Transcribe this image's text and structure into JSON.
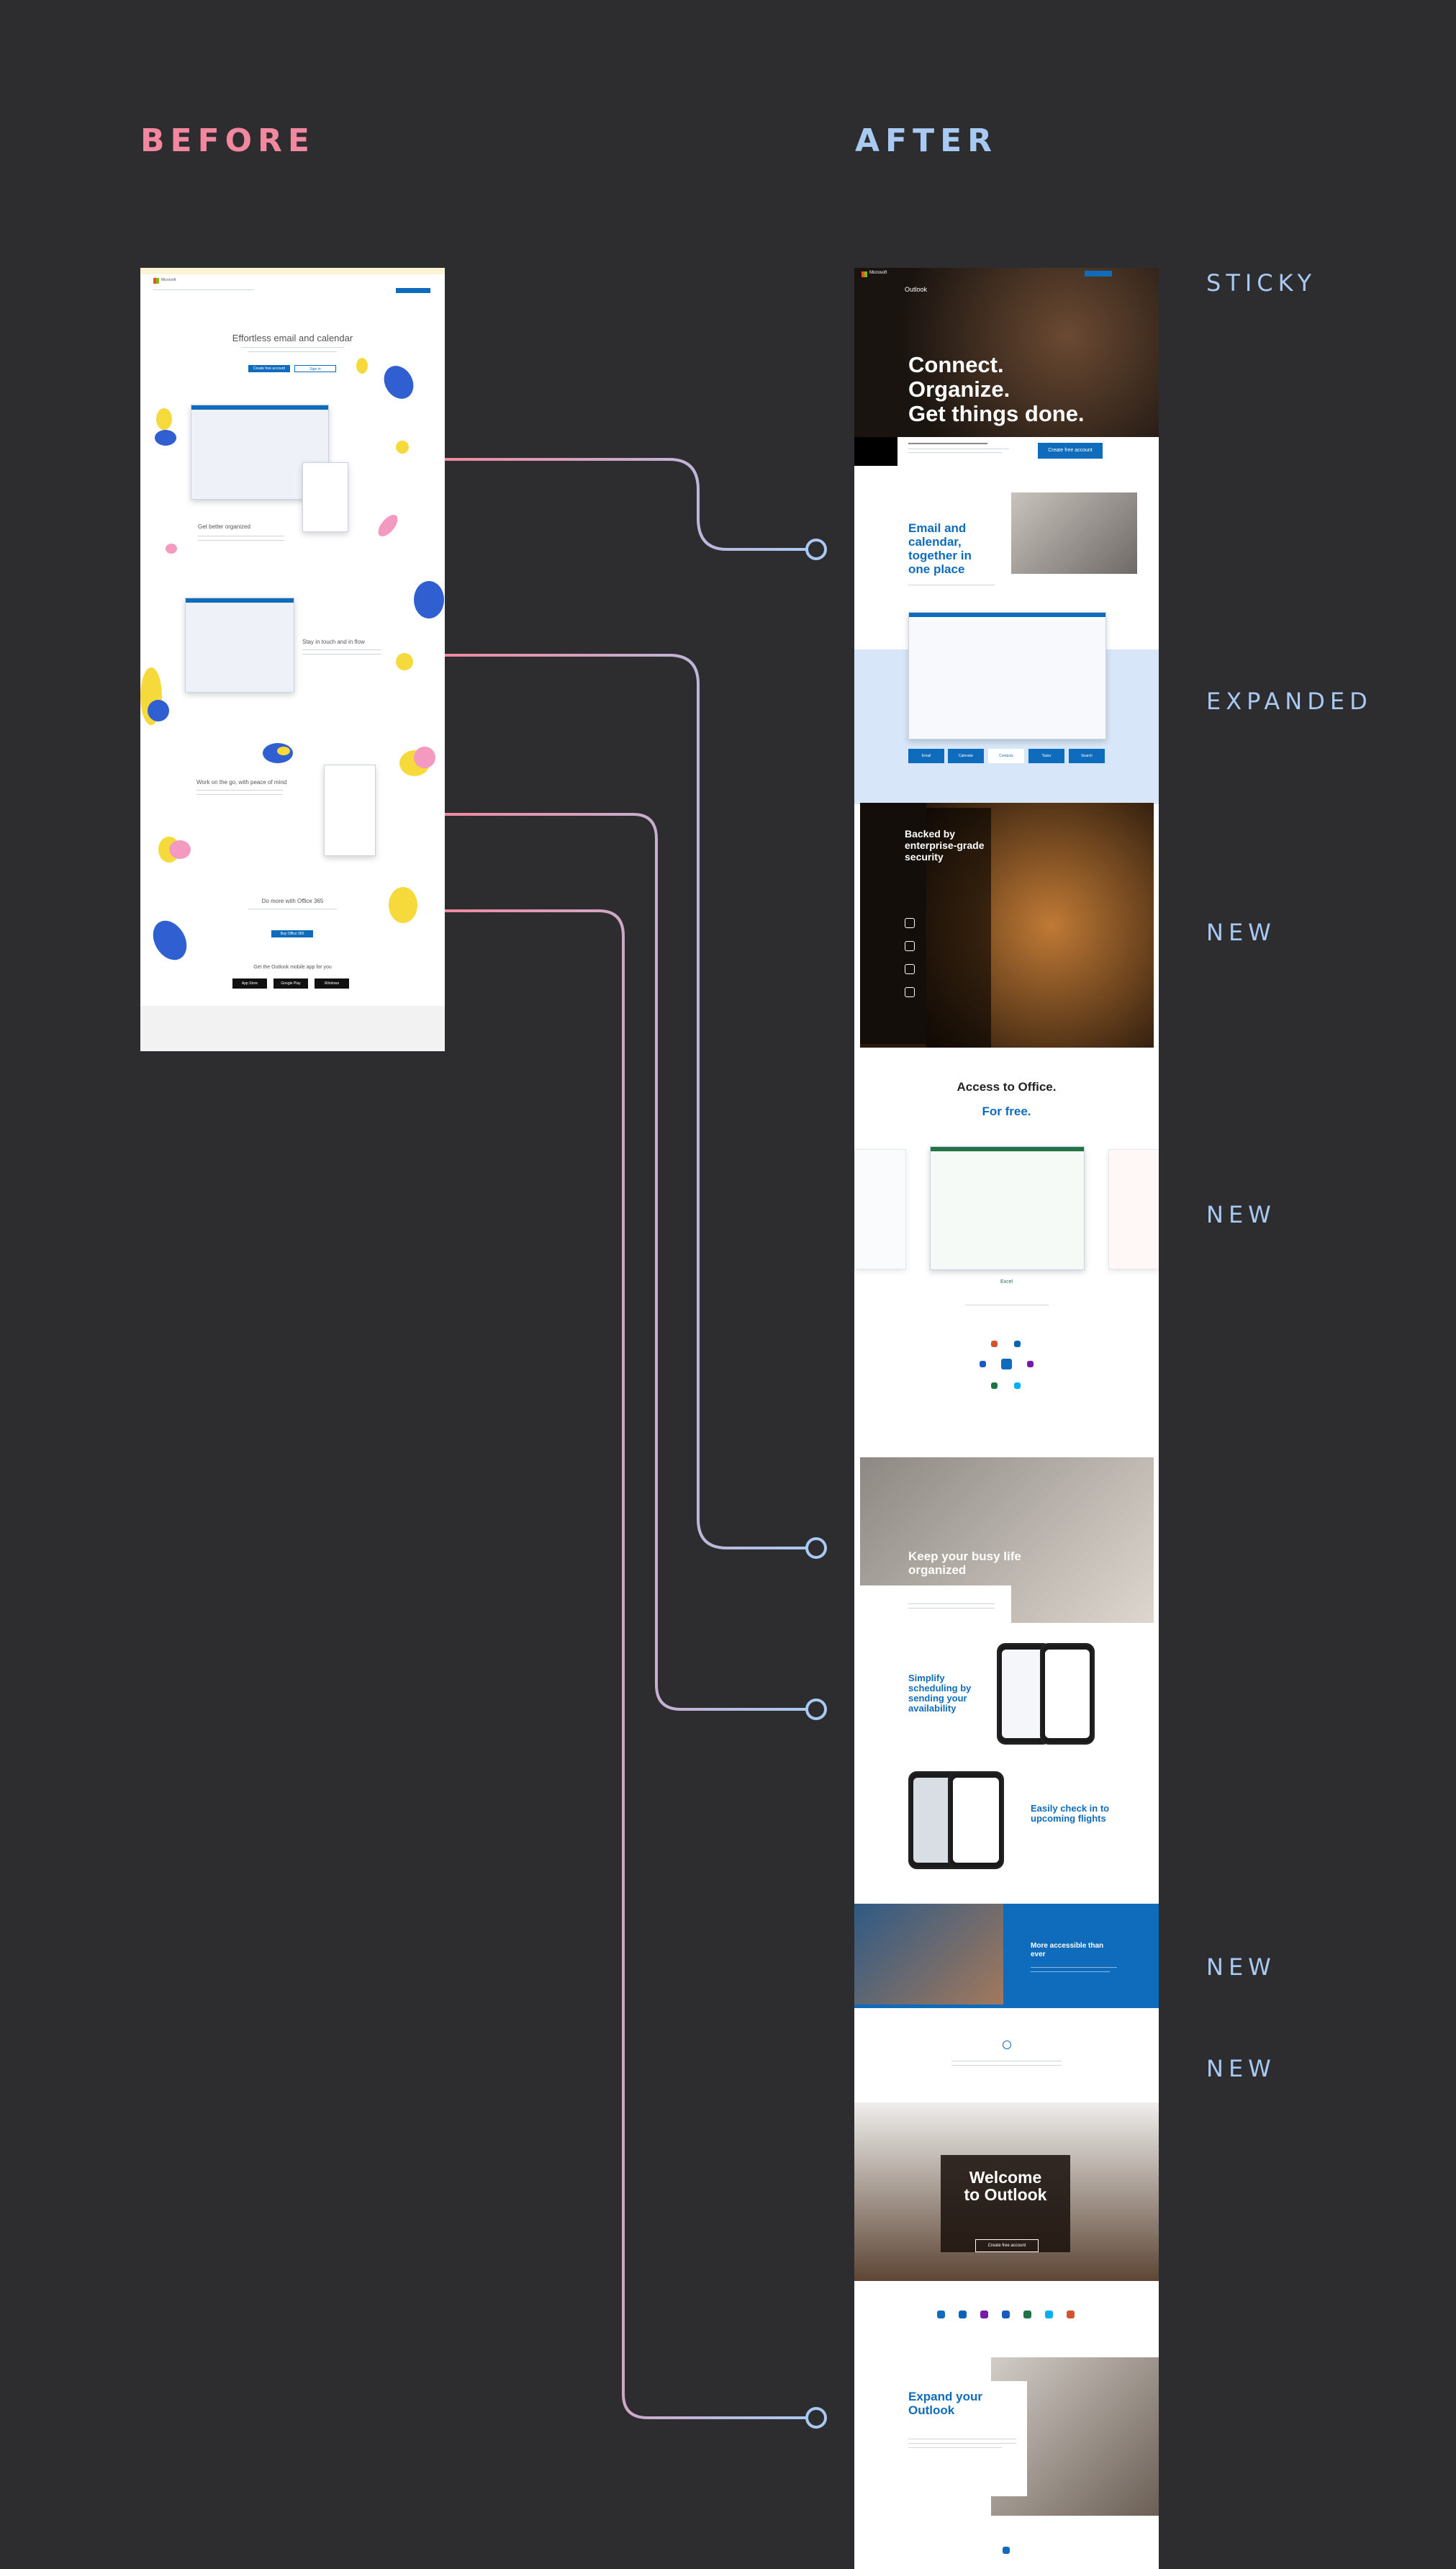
{
  "labels": {
    "before": "BEFORE",
    "after": "AFTER"
  },
  "tags": [
    "STICKY",
    "EXPANDED",
    "NEW",
    "NEW",
    "NEW",
    "NEW"
  ],
  "colors": {
    "background": "#2d2c2e",
    "before_accent": "#f2889f",
    "after_accent": "#a8c9f2",
    "brand_blue": "#0f6cbd"
  },
  "before_page": {
    "brand": "Microsoft",
    "hero_title": "Effortless email and calendar",
    "primary_button": "Create free account",
    "secondary_button": "Sign in",
    "section_1": "Get better organized",
    "section_2": "Stay in touch and in flow",
    "section_3": "Work on the go, with peace of mind",
    "section_4": "Do more with Office 365",
    "section_4_button": "Buy Office 365",
    "apps_heading": "Get the Outlook mobile app for you",
    "store_badges": [
      "App Store",
      "Google Play",
      "Windows"
    ]
  },
  "after_page": {
    "brand": "Microsoft",
    "product": "Outlook",
    "hero_lines": [
      "Connect.",
      "Organize.",
      "Get things done."
    ],
    "hero_button": "Create free account",
    "email_calendar": "Email and calendar, together in one place",
    "tabs": [
      "Email",
      "Calendar",
      "Contacts",
      "Tasks",
      "Search"
    ],
    "security": "Backed by enterprise-grade security",
    "office_line1": "Access to Office.",
    "office_line2": "For free.",
    "excel_label": "Excel",
    "busy_life": "Keep your busy life organized",
    "scheduling": "Simplify scheduling by sending your availability",
    "flights": "Easily check in to upcoming flights",
    "accessible": "More accessible than ever",
    "welcome_line1": "Welcome",
    "welcome_line2": "to Outlook",
    "welcome_button": "Create free account",
    "expand": "Expand your Outlook"
  }
}
